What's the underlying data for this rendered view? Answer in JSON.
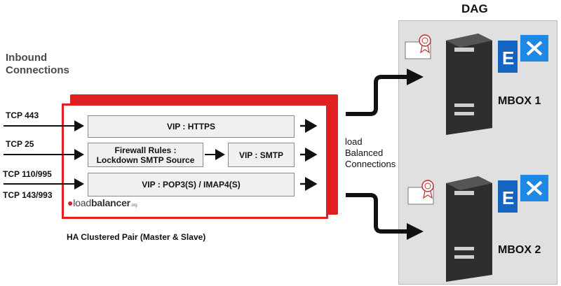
{
  "diagram": {
    "dag_title": "DAG",
    "inbound_title_line1": "Inbound",
    "inbound_title_line2": "Connections",
    "tcp_443": "TCP 443",
    "tcp_25": "TCP 25",
    "tcp_110_995": "TCP 110/995",
    "tcp_143_993": "TCP 143/993",
    "vip_https": "VIP : HTTPS",
    "firewall_line1": "Firewall Rules :",
    "firewall_line2": "Lockdown SMTP Source",
    "vip_smtp": "VIP : SMTP",
    "vip_pop_imap": "VIP : POP3(S) / IMAP4(S)",
    "lb_line1": "load",
    "lb_line2": "Balanced",
    "lb_line3": "Connections",
    "ha_label": "HA Clustered Pair (Master & Slave)",
    "mbox1": "MBOX 1",
    "mbox2": "MBOX 2",
    "logo_main": "load",
    "logo_bold": "balancer",
    "logo_suffix": ".org",
    "colors": {
      "accent_red": "#e02020",
      "exchange_blue": "#1565c0",
      "server_dark": "#3a3a3a"
    }
  }
}
